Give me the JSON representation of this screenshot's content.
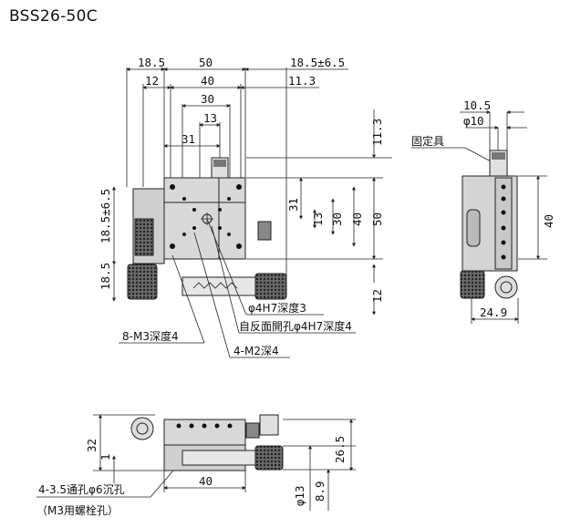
{
  "title": "BSS26-50C",
  "colors": {
    "line": "#222222",
    "body_fill": "#d6d6d6",
    "knurl": "#555555",
    "background": "#ffffff"
  },
  "top_view": {
    "dims_top": [
      "18.5",
      "50",
      "18.5±6.5",
      "12",
      "40",
      "11.3",
      "30",
      "13",
      "31"
    ],
    "dims_left": [
      "18.5±6.5",
      "18.5"
    ],
    "dims_right": [
      "11.3",
      "31",
      "13",
      "30",
      "40",
      "50",
      "12"
    ]
  },
  "side_view": {
    "dims": [
      "10.5",
      "φ10",
      "40",
      "24.9"
    ],
    "fixture_label": "固定具"
  },
  "front_view": {
    "dims": [
      "32",
      "1",
      "40",
      "26.5",
      "φ13",
      "8.9"
    ]
  },
  "callouts": {
    "c1": "φ4H7深度3",
    "c2": "自反面開孔φ4H7深度4",
    "c3": "8-M3深度4",
    "c4": "4-M2深4",
    "c5": "4-3.5通孔φ6沉孔",
    "c6": "（M3用螺栓孔）"
  }
}
